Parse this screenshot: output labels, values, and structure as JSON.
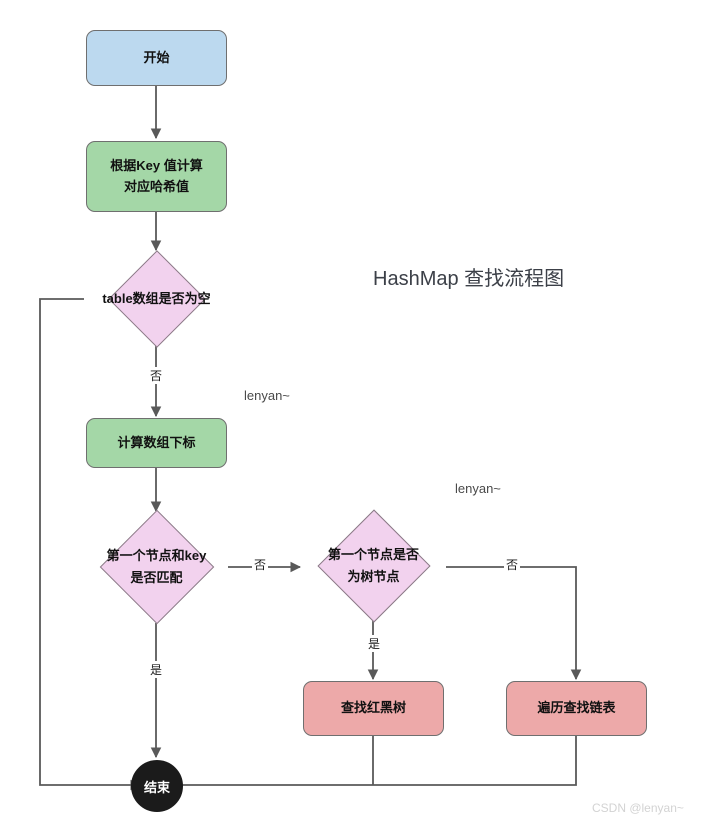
{
  "title": "HashMap 查找流程图",
  "nodes": {
    "start": {
      "label": "开始",
      "type": "start",
      "color": "#bcd9ef"
    },
    "hash": {
      "line1": "根据Key 值计算",
      "line2": "对应哈希值",
      "type": "process",
      "color": "#a4d7a7"
    },
    "table_empty": {
      "label": "table数组是否为空",
      "type": "decision",
      "color": "#f2d2ee"
    },
    "calc_index": {
      "label": "计算数组下标",
      "type": "process",
      "color": "#a4d7a7"
    },
    "first_match": {
      "line1": "第一个节点和key",
      "line2": "是否匹配",
      "type": "decision",
      "color": "#f2d2ee"
    },
    "is_tree": {
      "line1": "第一个节点是否",
      "line2": "为树节点",
      "type": "decision",
      "color": "#f2d2ee"
    },
    "search_rbtree": {
      "label": "查找红黑树",
      "type": "action",
      "color": "#eda9a9"
    },
    "search_list": {
      "label": "遍历查找链表",
      "type": "action",
      "color": "#eda9a9"
    },
    "end": {
      "label": "结束",
      "type": "end",
      "color": "#1b1b1b"
    }
  },
  "edge_labels": {
    "table_empty_no": "否",
    "first_match_yes": "是",
    "first_match_no": "否",
    "is_tree_yes": "是",
    "is_tree_no": "否"
  },
  "watermarks": {
    "mark1": "lenyan~",
    "mark2": "lenyan~",
    "csdn": "CSDN @lenyan~"
  },
  "colors": {
    "start_fill": "#bcd9ef",
    "process_fill": "#a4d7a7",
    "decision_fill": "#f2d2ee",
    "action_fill": "#eda9a9",
    "end_fill": "#1b1b1b",
    "edge_stroke": "#595959",
    "title_color": "#3c4048"
  }
}
